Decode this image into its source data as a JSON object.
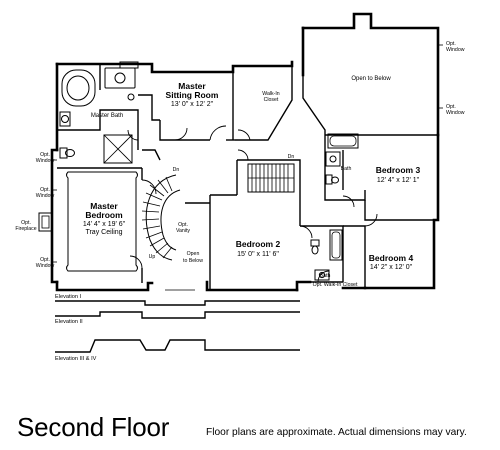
{
  "title": "Second Floor",
  "disclaimer": "Floor plans are approximate. Actual dimensions may vary.",
  "rooms": {
    "master_sitting": {
      "name_line1": "Master",
      "name_line2": "Sitting Room",
      "dims": "13' 0\" x 12' 2\""
    },
    "master_bedroom": {
      "name_line1": "Master",
      "name_line2": "Bedroom",
      "dims": "14' 4\" x 19' 6\"",
      "note": "Tray Ceiling"
    },
    "bedroom2": {
      "name": "Bedroom 2",
      "dims": "15' 0\" x 11' 6\""
    },
    "bedroom3": {
      "name": "Bedroom 3",
      "dims": "12' 4\" x 12' 1\""
    },
    "bedroom4": {
      "name": "Bedroom 4",
      "dims": "14' 2\" x 12' 0\""
    },
    "master_bath": "Master Bath",
    "walk_in_closet_1": "Walk-In",
    "walk_in_closet_2": "Closet",
    "open_to_below_top": "Open to Below",
    "open_to_below_mid_1": "Open",
    "open_to_below_mid_2": "to Below",
    "bath3": "Bath",
    "bath4": "Bath",
    "dn": "Dn",
    "up": "Up",
    "dn_stair": "Dn"
  },
  "options": {
    "opt": "Opt.",
    "window": "Window",
    "fireplace": "Fireplace",
    "walkin_closet_opt": "Opt. Walk-In Closet",
    "vanity_opt": "Opt.",
    "vanity": "Vanity"
  },
  "elevations": [
    "Elevation I",
    "Elevation II",
    "Elevation III & IV"
  ]
}
